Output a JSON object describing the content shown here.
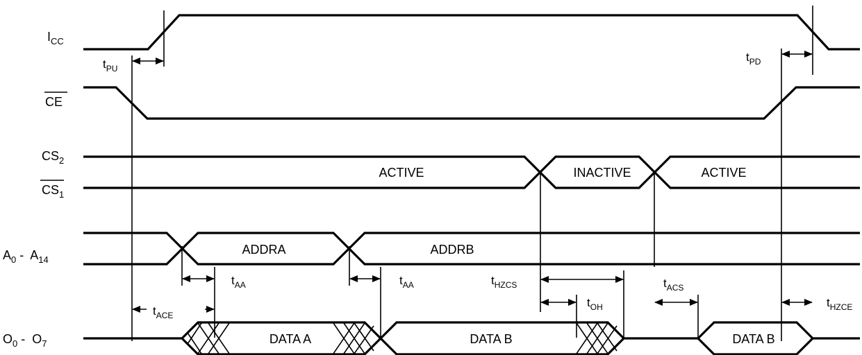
{
  "signals": {
    "icc": {
      "main": "I",
      "sub": "CC"
    },
    "ce": {
      "main": "CE"
    },
    "cs2": {
      "main": "CS",
      "sub": "2"
    },
    "cs1": {
      "main": "CS",
      "sub": "1"
    },
    "addr": {
      "main1": "A",
      "sub1": "0",
      "sep": " -  ",
      "main2": "A",
      "sub2": "14"
    },
    "data": {
      "main1": "O",
      "sub1": "0",
      "sep": " -  ",
      "main2": "O",
      "sub2": "7"
    }
  },
  "states": {
    "active1": "ACTIVE",
    "inactive": "INACTIVE",
    "active2": "ACTIVE",
    "addra": "ADDRA",
    "addrb": "ADDRB",
    "data_a": "DATA A",
    "data_b1": "DATA B",
    "data_b2": "DATA B"
  },
  "timings": {
    "tpu": {
      "main": "t",
      "sub": "PU"
    },
    "tpd": {
      "main": "t",
      "sub": "PD"
    },
    "taa1": {
      "main": "t",
      "sub": "AA"
    },
    "taa2": {
      "main": "t",
      "sub": "AA"
    },
    "thzcs": {
      "main": "t",
      "sub": "HZCS"
    },
    "tace": {
      "main": "t",
      "sub": "ACE"
    },
    "toh": {
      "main": "t",
      "sub": "OH"
    },
    "tacs": {
      "main": "t",
      "sub": "ACS"
    },
    "thzce": {
      "main": "t",
      "sub": "HZCE"
    }
  }
}
